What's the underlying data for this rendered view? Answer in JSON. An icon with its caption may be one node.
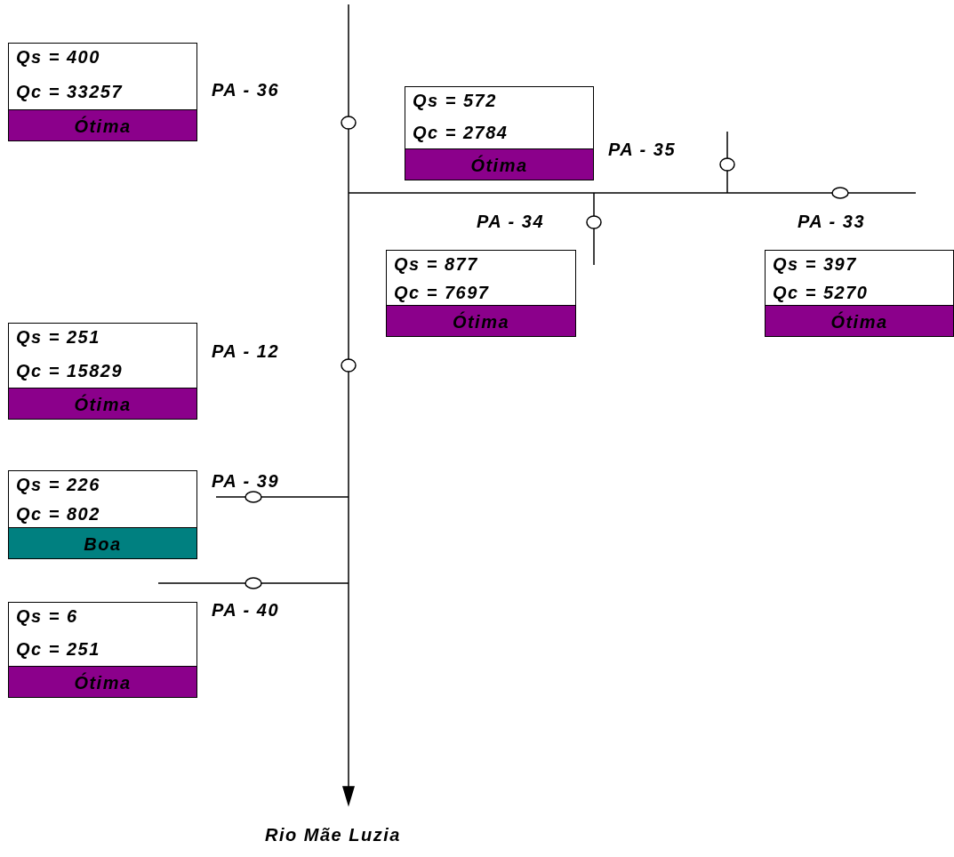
{
  "diagram": {
    "nodes": [
      {
        "text": [
          "Qs = 400",
          "Qc = 33257",
          "Ótima"
        ],
        "beside": [
          "PA - 36"
        ]
      },
      {
        "text": [
          "Qs = 572",
          "Qc = 2784",
          "Ótima"
        ],
        "beside": [
          "PA - 35"
        ]
      },
      {
        "text": [
          "Qs = 877",
          "Qc = 7697",
          "Ótima"
        ],
        "beside": [
          "PA - 34"
        ]
      },
      {
        "text": [
          "Qs = 397",
          "Qc = 5270",
          "Ótima"
        ],
        "beside": [
          "PA - 33"
        ]
      },
      {
        "text": [
          "Qs = 251",
          "Qc = 15829",
          "Ótima"
        ],
        "beside": [
          "PA - 12"
        ]
      },
      {
        "text": [
          "Qs = 226",
          "Qc = 802",
          "Boa"
        ],
        "beside": [
          "PA - 39"
        ]
      },
      {
        "text": [
          "Qs = 6",
          "Qc = 251",
          "Ótima"
        ],
        "beside": [
          "PA - 40"
        ]
      }
    ],
    "labels": [
      "Rio Mãe Luzia"
    ]
  }
}
